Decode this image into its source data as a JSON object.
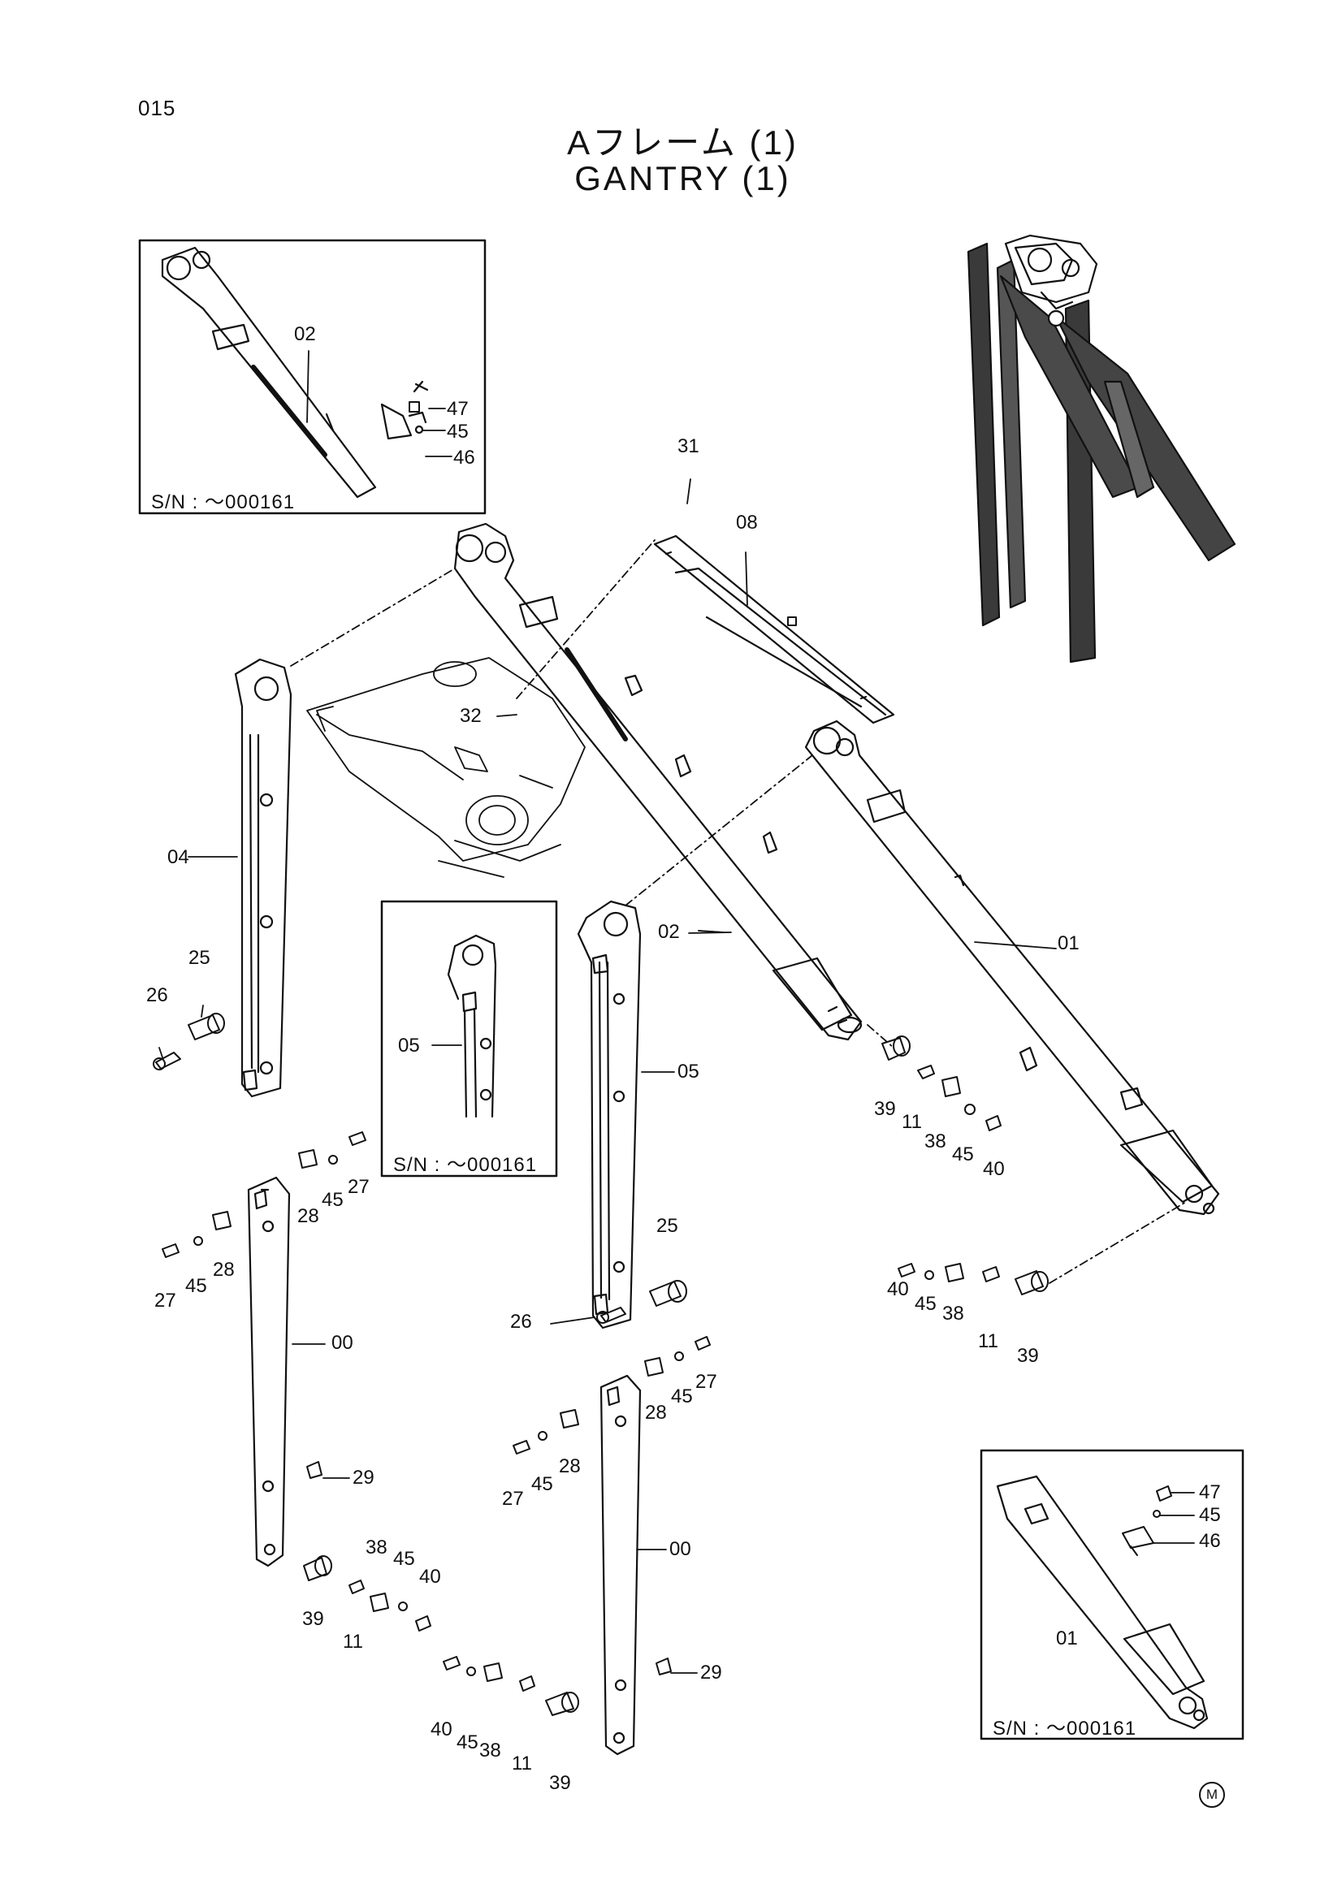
{
  "page_number": "015",
  "title_jp": "Aフレーム (1)",
  "title_en": "GANTRY (1)",
  "serial_note": "S/N : ～000161",
  "footer_mark": "M",
  "callouts": [
    {
      "id": "c02-inset",
      "label": "02"
    },
    {
      "id": "c47-inset",
      "label": "47"
    },
    {
      "id": "c45-inset",
      "label": "45"
    },
    {
      "id": "c46-inset",
      "label": "46"
    },
    {
      "id": "c31",
      "label": "31"
    },
    {
      "id": "c08",
      "label": "08"
    },
    {
      "id": "c32",
      "label": "32"
    },
    {
      "id": "c04",
      "label": "04"
    },
    {
      "id": "c25-left",
      "label": "25"
    },
    {
      "id": "c26-left",
      "label": "26"
    },
    {
      "id": "c05-inset",
      "label": "05"
    },
    {
      "id": "c02-main",
      "label": "02"
    },
    {
      "id": "c01-main",
      "label": "01"
    },
    {
      "id": "c05-main",
      "label": "05"
    },
    {
      "id": "c39-a",
      "label": "39"
    },
    {
      "id": "c11-a",
      "label": "11"
    },
    {
      "id": "c38-a",
      "label": "38"
    },
    {
      "id": "c45-a",
      "label": "45"
    },
    {
      "id": "c40-a",
      "label": "40"
    },
    {
      "id": "c27-a",
      "label": "27"
    },
    {
      "id": "c45-b",
      "label": "45"
    },
    {
      "id": "c28-a",
      "label": "28"
    },
    {
      "id": "c27-b",
      "label": "27"
    },
    {
      "id": "c45-c",
      "label": "45"
    },
    {
      "id": "c28-b",
      "label": "28"
    },
    {
      "id": "c00-left",
      "label": "00"
    },
    {
      "id": "c25-mid",
      "label": "25"
    },
    {
      "id": "c26-mid",
      "label": "26"
    },
    {
      "id": "c40-b",
      "label": "40"
    },
    {
      "id": "c45-d",
      "label": "45"
    },
    {
      "id": "c38-b",
      "label": "38"
    },
    {
      "id": "c11-b",
      "label": "11"
    },
    {
      "id": "c39-b",
      "label": "39"
    },
    {
      "id": "c27-c",
      "label": "27"
    },
    {
      "id": "c45-e",
      "label": "45"
    },
    {
      "id": "c28-c",
      "label": "28"
    },
    {
      "id": "c27-d",
      "label": "27"
    },
    {
      "id": "c45-f",
      "label": "45"
    },
    {
      "id": "c28-d",
      "label": "28"
    },
    {
      "id": "c29-left",
      "label": "29"
    },
    {
      "id": "c39-c",
      "label": "39"
    },
    {
      "id": "c11-c",
      "label": "11"
    },
    {
      "id": "c38-c",
      "label": "38"
    },
    {
      "id": "c45-g",
      "label": "45"
    },
    {
      "id": "c40-c",
      "label": "40"
    },
    {
      "id": "c00-right",
      "label": "00"
    },
    {
      "id": "c29-right",
      "label": "29"
    },
    {
      "id": "c40-d",
      "label": "40"
    },
    {
      "id": "c45-h",
      "label": "45"
    },
    {
      "id": "c38-d",
      "label": "38"
    },
    {
      "id": "c11-d",
      "label": "11"
    },
    {
      "id": "c39-d",
      "label": "39"
    },
    {
      "id": "c47-inset2",
      "label": "47"
    },
    {
      "id": "c45-inset2",
      "label": "45"
    },
    {
      "id": "c46-inset2",
      "label": "46"
    },
    {
      "id": "c01-inset2",
      "label": "01"
    }
  ]
}
